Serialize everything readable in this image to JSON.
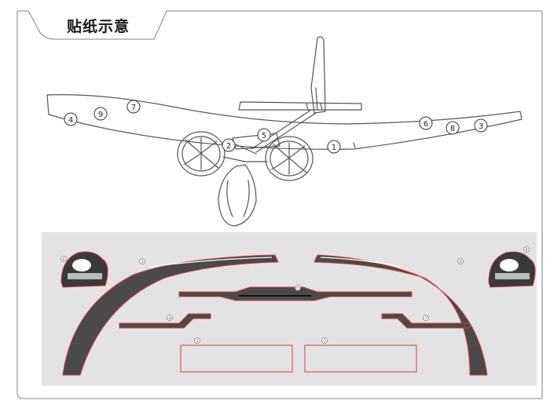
{
  "page": {
    "title": "贴纸示意"
  },
  "aircraft_callouts": [
    {
      "label": "4"
    },
    {
      "label": "9"
    },
    {
      "label": "7"
    },
    {
      "label": "2"
    },
    {
      "label": "5"
    },
    {
      "label": "1"
    },
    {
      "label": "6"
    },
    {
      "label": "8"
    },
    {
      "label": "3"
    }
  ],
  "sheet_callouts": [
    {
      "label": "9"
    },
    {
      "label": "3"
    },
    {
      "label": "5"
    },
    {
      "label": "4"
    },
    {
      "label": "6"
    },
    {
      "label": "7"
    },
    {
      "label": "1"
    },
    {
      "label": "2"
    },
    {
      "label": "8"
    }
  ],
  "colors": {
    "frame": "#9a9a9a",
    "sheet_background": "#e3e3e3",
    "stripe_dark": "#4a4a4a",
    "cut_line": "#d23c3c",
    "line_art": "#555555"
  },
  "icons": [
    "aircraft-diagram",
    "sticker-sheet",
    "logo-badge-icon"
  ]
}
